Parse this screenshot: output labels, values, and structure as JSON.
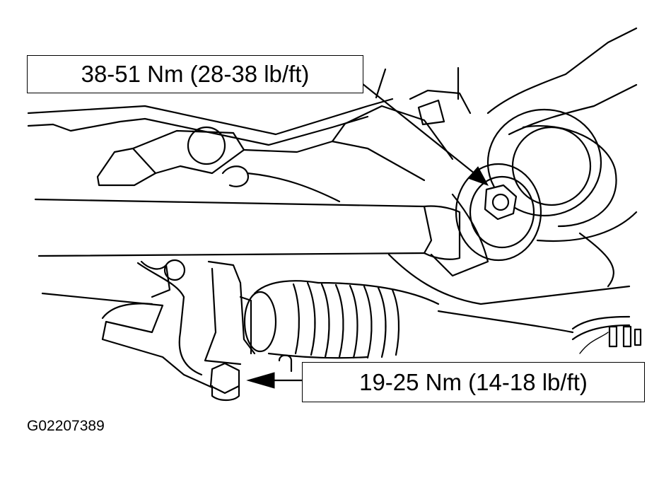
{
  "callouts": {
    "tie_rod_nut_torque": "38-51 Nm (28-38 lb/ft)",
    "clamp_bolt_torque": "19-25 Nm (14-18 lb/ft)"
  },
  "figure_id": "G02207389",
  "colors": {
    "ink": "#000000",
    "paper": "#ffffff"
  }
}
